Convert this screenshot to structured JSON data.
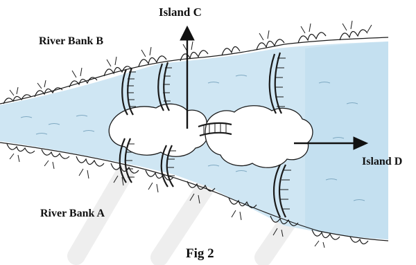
{
  "figure": {
    "caption": "Fig 2",
    "labels": {
      "island_c": "Island C",
      "island_d": "Island D",
      "river_bank_a": "River Bank A",
      "river_bank_b": "River Bank B"
    },
    "bridge_count": 7,
    "colors": {
      "water": "#cfe6f3",
      "water_deep": "#b8d9ec",
      "ink": "#1a1a1a",
      "watermark": "#eeeeee"
    }
  }
}
